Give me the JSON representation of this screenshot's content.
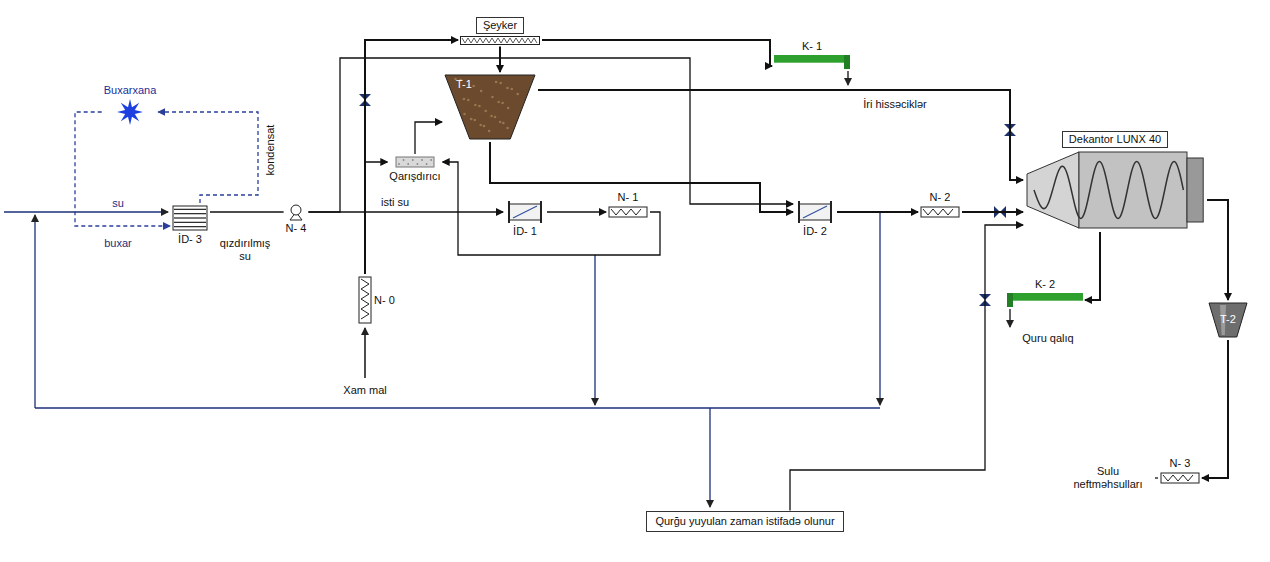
{
  "diagram": {
    "nodes": [
      {
        "text": [
          "Buxarxana"
        ]
      },
      {
        "text": [
          "İD- 3"
        ]
      },
      {
        "text": [
          "N- 4"
        ]
      },
      {
        "text": [
          "N- 0"
        ]
      },
      {
        "text": [
          "Qarışdırıcı"
        ]
      },
      {
        "text": [
          "Şeyker"
        ]
      },
      {
        "text": [
          "T-1"
        ]
      },
      {
        "text": [
          "İD- 1"
        ]
      },
      {
        "text": [
          "N- 1"
        ]
      },
      {
        "text": [
          "İD- 2"
        ]
      },
      {
        "text": [
          "N- 2"
        ]
      },
      {
        "text": [
          "K- 1"
        ]
      },
      {
        "text": [
          "Dekantor LUNX 40"
        ]
      },
      {
        "text": [
          "K- 2"
        ]
      },
      {
        "text": [
          "T-2"
        ]
      },
      {
        "text": [
          "N- 3"
        ]
      },
      {
        "text": [
          "Qurğu yuyulan zaman istifadə olunur"
        ]
      }
    ],
    "edges": [
      {
        "from": 1,
        "to": 0,
        "arrow": "to"
      },
      {
        "from": 0,
        "to": 1,
        "arrow": "to"
      },
      {
        "from": 1,
        "to": 2,
        "arrow": "none"
      },
      {
        "from": 2,
        "to": 7,
        "arrow": "to"
      },
      {
        "from": 2,
        "to": 9,
        "arrow": "to"
      },
      {
        "from": 3,
        "to": 5,
        "arrow": "to"
      },
      {
        "from": 3,
        "to": 4,
        "arrow": "to"
      },
      {
        "from": 5,
        "to": 6,
        "arrow": "to"
      },
      {
        "from": 5,
        "to": 11,
        "arrow": "to"
      },
      {
        "from": 4,
        "to": 6,
        "arrow": "to"
      },
      {
        "from": 6,
        "to": 9,
        "arrow": "to"
      },
      {
        "from": 6,
        "to": 12,
        "arrow": "to"
      },
      {
        "from": 7,
        "to": 8,
        "arrow": "to"
      },
      {
        "from": 8,
        "to": 4,
        "arrow": "to"
      },
      {
        "from": 9,
        "to": 10,
        "arrow": "to"
      },
      {
        "from": 10,
        "to": 12,
        "arrow": "to"
      },
      {
        "from": 16,
        "to": 12,
        "arrow": "to"
      },
      {
        "from": 12,
        "to": 13,
        "arrow": "to"
      },
      {
        "from": 12,
        "to": 14,
        "arrow": "to"
      },
      {
        "from": 14,
        "to": 15,
        "arrow": "to"
      }
    ],
    "labels": [
      "su",
      "buxar",
      "qızdırılmış su",
      "kondensat",
      "isti su",
      "Xam mal",
      "İri hissəciklər",
      "Quru qalıq",
      "Sulu neftməhsulları"
    ]
  }
}
